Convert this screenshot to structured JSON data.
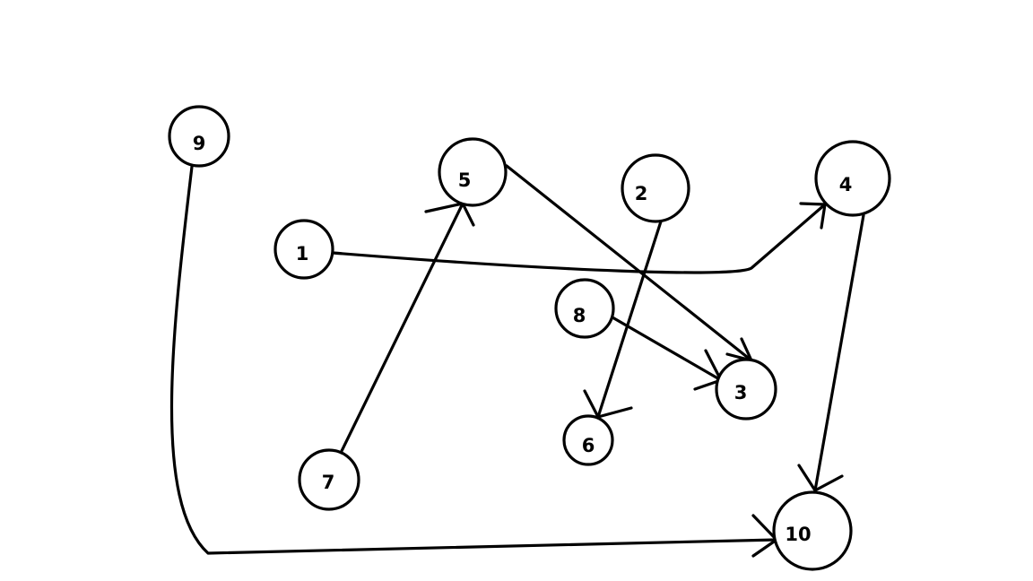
{
  "diagram": {
    "type": "directed-graph",
    "line_color": "#000000",
    "background": "#ffffff",
    "nodes": [
      {
        "id": "1",
        "label": "1"
      },
      {
        "id": "2",
        "label": "2"
      },
      {
        "id": "3",
        "label": "3"
      },
      {
        "id": "4",
        "label": "4"
      },
      {
        "id": "5",
        "label": "5"
      },
      {
        "id": "6",
        "label": "6"
      },
      {
        "id": "7",
        "label": "7"
      },
      {
        "id": "8",
        "label": "8"
      },
      {
        "id": "9",
        "label": "9"
      },
      {
        "id": "10",
        "label": "10"
      }
    ],
    "edges": [
      {
        "from": "1",
        "to": "4"
      },
      {
        "from": "2",
        "to": "6"
      },
      {
        "from": "4",
        "to": "10"
      },
      {
        "from": "5",
        "to": "3"
      },
      {
        "from": "7",
        "to": "5"
      },
      {
        "from": "8",
        "to": "3"
      },
      {
        "from": "9",
        "to": "10"
      }
    ]
  }
}
